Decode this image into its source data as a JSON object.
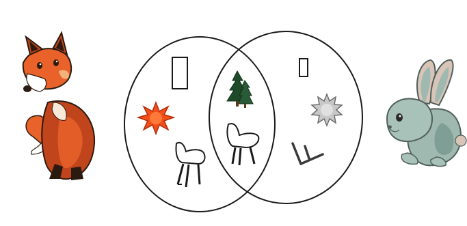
{
  "scene": {
    "background": "#ffffff",
    "outline_color": "#1a1a1a",
    "left_character": {
      "name": "fox",
      "colors": [
        "#c0441c",
        "#e8622a",
        "#2b1a10",
        "#f2b27a",
        "#ffffff"
      ]
    },
    "right_character": {
      "name": "rabbit",
      "colors": [
        "#9fb9b0",
        "#7f9e95",
        "#d9c4b8",
        "#4f5f5a"
      ]
    },
    "venn": {
      "sets": [
        "left-circle",
        "right-circle"
      ],
      "left_only_items": [
        "rectangle",
        "orange-star",
        "chair"
      ],
      "shared_items": [
        "tree",
        "chair"
      ],
      "right_only_items": [
        "small-rectangle",
        "gray-star",
        "sticks"
      ]
    },
    "colors": {
      "orange_star": "#f0501a",
      "orange_star_edge": "#b82a08",
      "gray_star": "#c8c8c8",
      "gray_star_edge": "#6b6b6b",
      "tree": "#1e4a2a",
      "tree_trunk": "#5a3a1a",
      "sticks": "#3a3a3a"
    }
  }
}
